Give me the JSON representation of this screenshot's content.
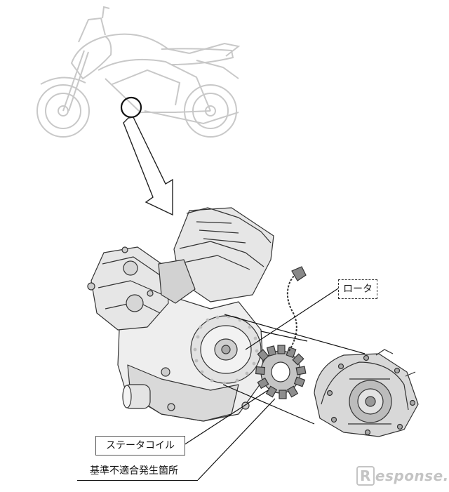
{
  "labels": {
    "rotor": "ロータ",
    "stator_coil": "ステータコイル",
    "defect_location": "基準不適合発生箇所"
  },
  "watermark": {
    "brand_initial": "R",
    "brand_rest": "esponse."
  },
  "colors": {
    "line": "#333333",
    "ghost_bike": "#c8c8c8",
    "engine_fill": "#eeeeee",
    "engine_shade": "#bdbdbd",
    "watermark": "#c4c4c4"
  }
}
